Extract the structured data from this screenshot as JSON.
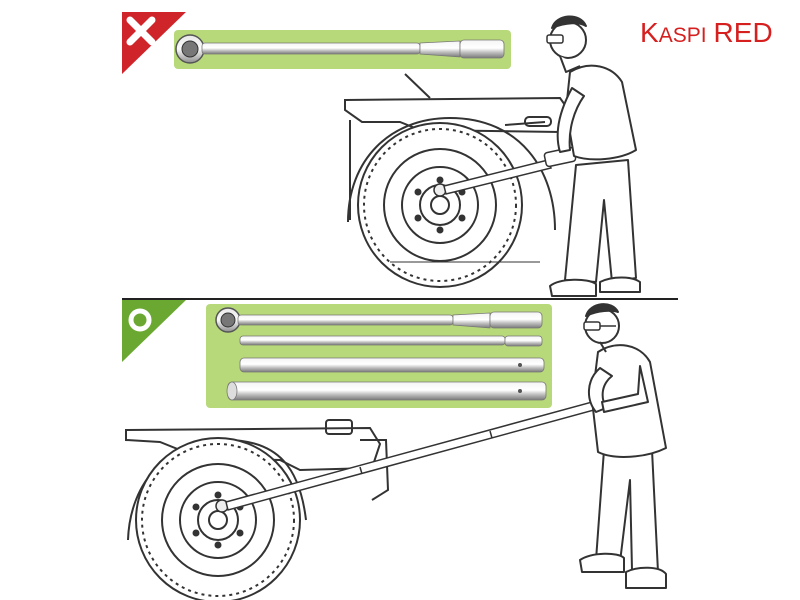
{
  "brand": {
    "name_initial": "K",
    "name_rest": "ASPI",
    "name_second": "RED",
    "color": "#d62020"
  },
  "panels": [
    {
      "id": "wrong",
      "badge_symbol": "×",
      "badge_color": "#d0242b",
      "meaning": "incorrect",
      "tool": "single-torque-wrench"
    },
    {
      "id": "right",
      "badge_symbol": "○",
      "badge_color": "#6aa832",
      "meaning": "correct",
      "tool": "wrench-with-extension-bars"
    }
  ],
  "colors": {
    "tool_panel_bg": "#b8d97a",
    "line_art": "#333333",
    "divider": "#222222"
  },
  "icons": [
    "cross-icon",
    "circle-icon",
    "torque-wrench-icon",
    "extension-bar-icon",
    "truck-wheel-icon",
    "mechanic-figure-icon"
  ]
}
